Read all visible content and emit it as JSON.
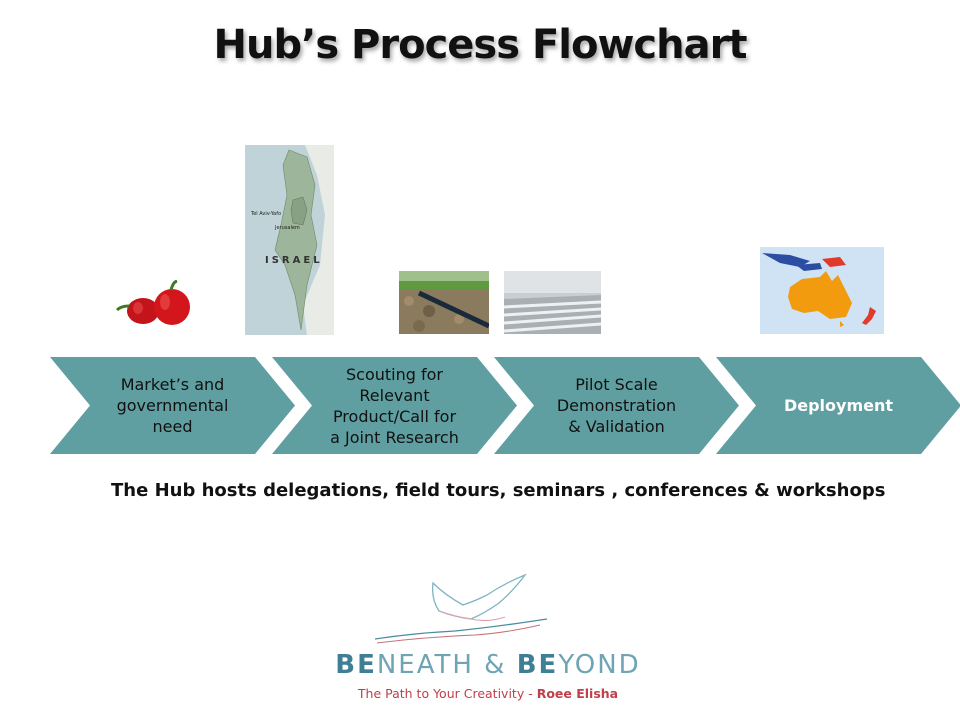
{
  "title": "Hub’s Process Flowchart",
  "colors": {
    "chevron": "#5f9fa1",
    "map_water": "#cfe3f5",
    "map_land": "#f29b0f"
  },
  "steps": [
    {
      "label": "Market’s and\ngovernmental\nneed"
    },
    {
      "label": "Scouting for\nRelevant\nProduct/Call for\na Joint Research"
    },
    {
      "label": "Pilot Scale\nDemonstration\n& Validation"
    },
    {
      "label": "Deployment"
    }
  ],
  "israel_map": {
    "country_label": "ISRAEL",
    "city_1": "Tel Aviv-Yafo",
    "city_2": "Jerusalem"
  },
  "footer_note": "The Hub hosts delegations, field tours, seminars , conferences & workshops",
  "logo": {
    "name_part1_bold": "BE",
    "name_part1": "NEATH & ",
    "name_part2_bold": "BE",
    "name_part2": "YOND",
    "tagline_prefix": "The Path to Your Creativity - ",
    "tagline_author": "Roee Elisha"
  }
}
